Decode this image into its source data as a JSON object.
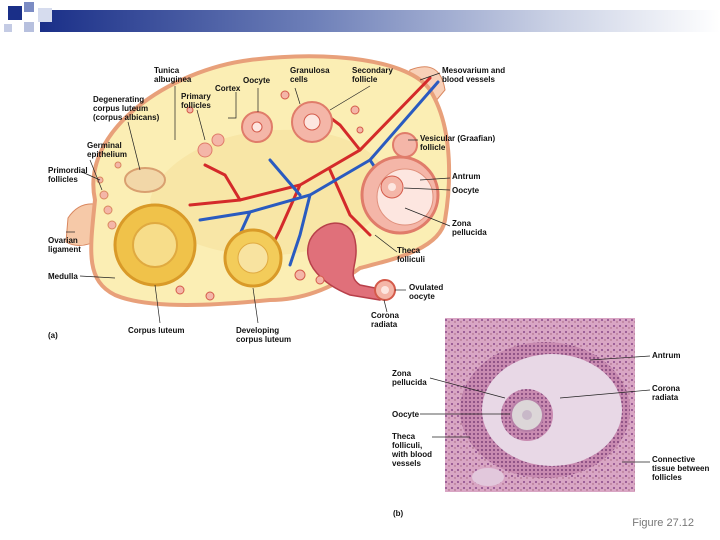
{
  "figure_caption": "Figure 27.12",
  "panel_a": {
    "letter": "(a)",
    "labels": {
      "tunica_albuginea": "Tunica\nalbuginea",
      "cortex": "Cortex",
      "oocyte_top": "Oocyte",
      "granulosa_cells": "Granulosa\ncells",
      "secondary_follicle": "Secondary\nfollicle",
      "mesovarium": "Mesovarium and\nblood vessels",
      "degenerating_corpus_luteum": "Degenerating\ncorpus luteum\n(corpus albicans)",
      "primary_follicles": "Primary\nfollicles",
      "germinal_epithelium": "Germinal\nepithelium",
      "primordial_follicles": "Primordial\nfollicles",
      "vesicular_follicle": "Vesicular (Graafian)\nfollicle",
      "antrum": "Antrum",
      "oocyte_right": "Oocyte",
      "zona_pellucida": "Zona\npellucida",
      "ovarian_ligament": "Ovarian\nligament",
      "theca_folliculi": "Theca\nfolliculi",
      "medulla": "Medulla",
      "ovulated_oocyte": "Ovulated\noocyte",
      "corona_radiata": "Corona\nradiata",
      "corpus_luteum": "Corpus luteum",
      "developing_corpus_luteum": "Developing\ncorpus luteum"
    }
  },
  "panel_b": {
    "letter": "(b)",
    "labels": {
      "antrum": "Antrum",
      "zona_pellucida": "Zona\npellucida",
      "corona_radiata": "Corona\nradiata",
      "oocyte": "Oocyte",
      "theca_folliculi": "Theca\nfolliculi,\nwith blood\nvessels",
      "connective_tissue": "Connective\ntissue between\nfollicles"
    }
  },
  "colors": {
    "banner_dark": "#1a2f88",
    "ovary_fill": "#fbeeb4",
    "ovary_edge": "#e8a07a",
    "artery": "#d42a2a",
    "vein": "#2a5bc0",
    "follicle": "#f4b6a8",
    "corpus_luteum": "#f0c24a",
    "micrograph_bg": "#d9a6c4"
  }
}
